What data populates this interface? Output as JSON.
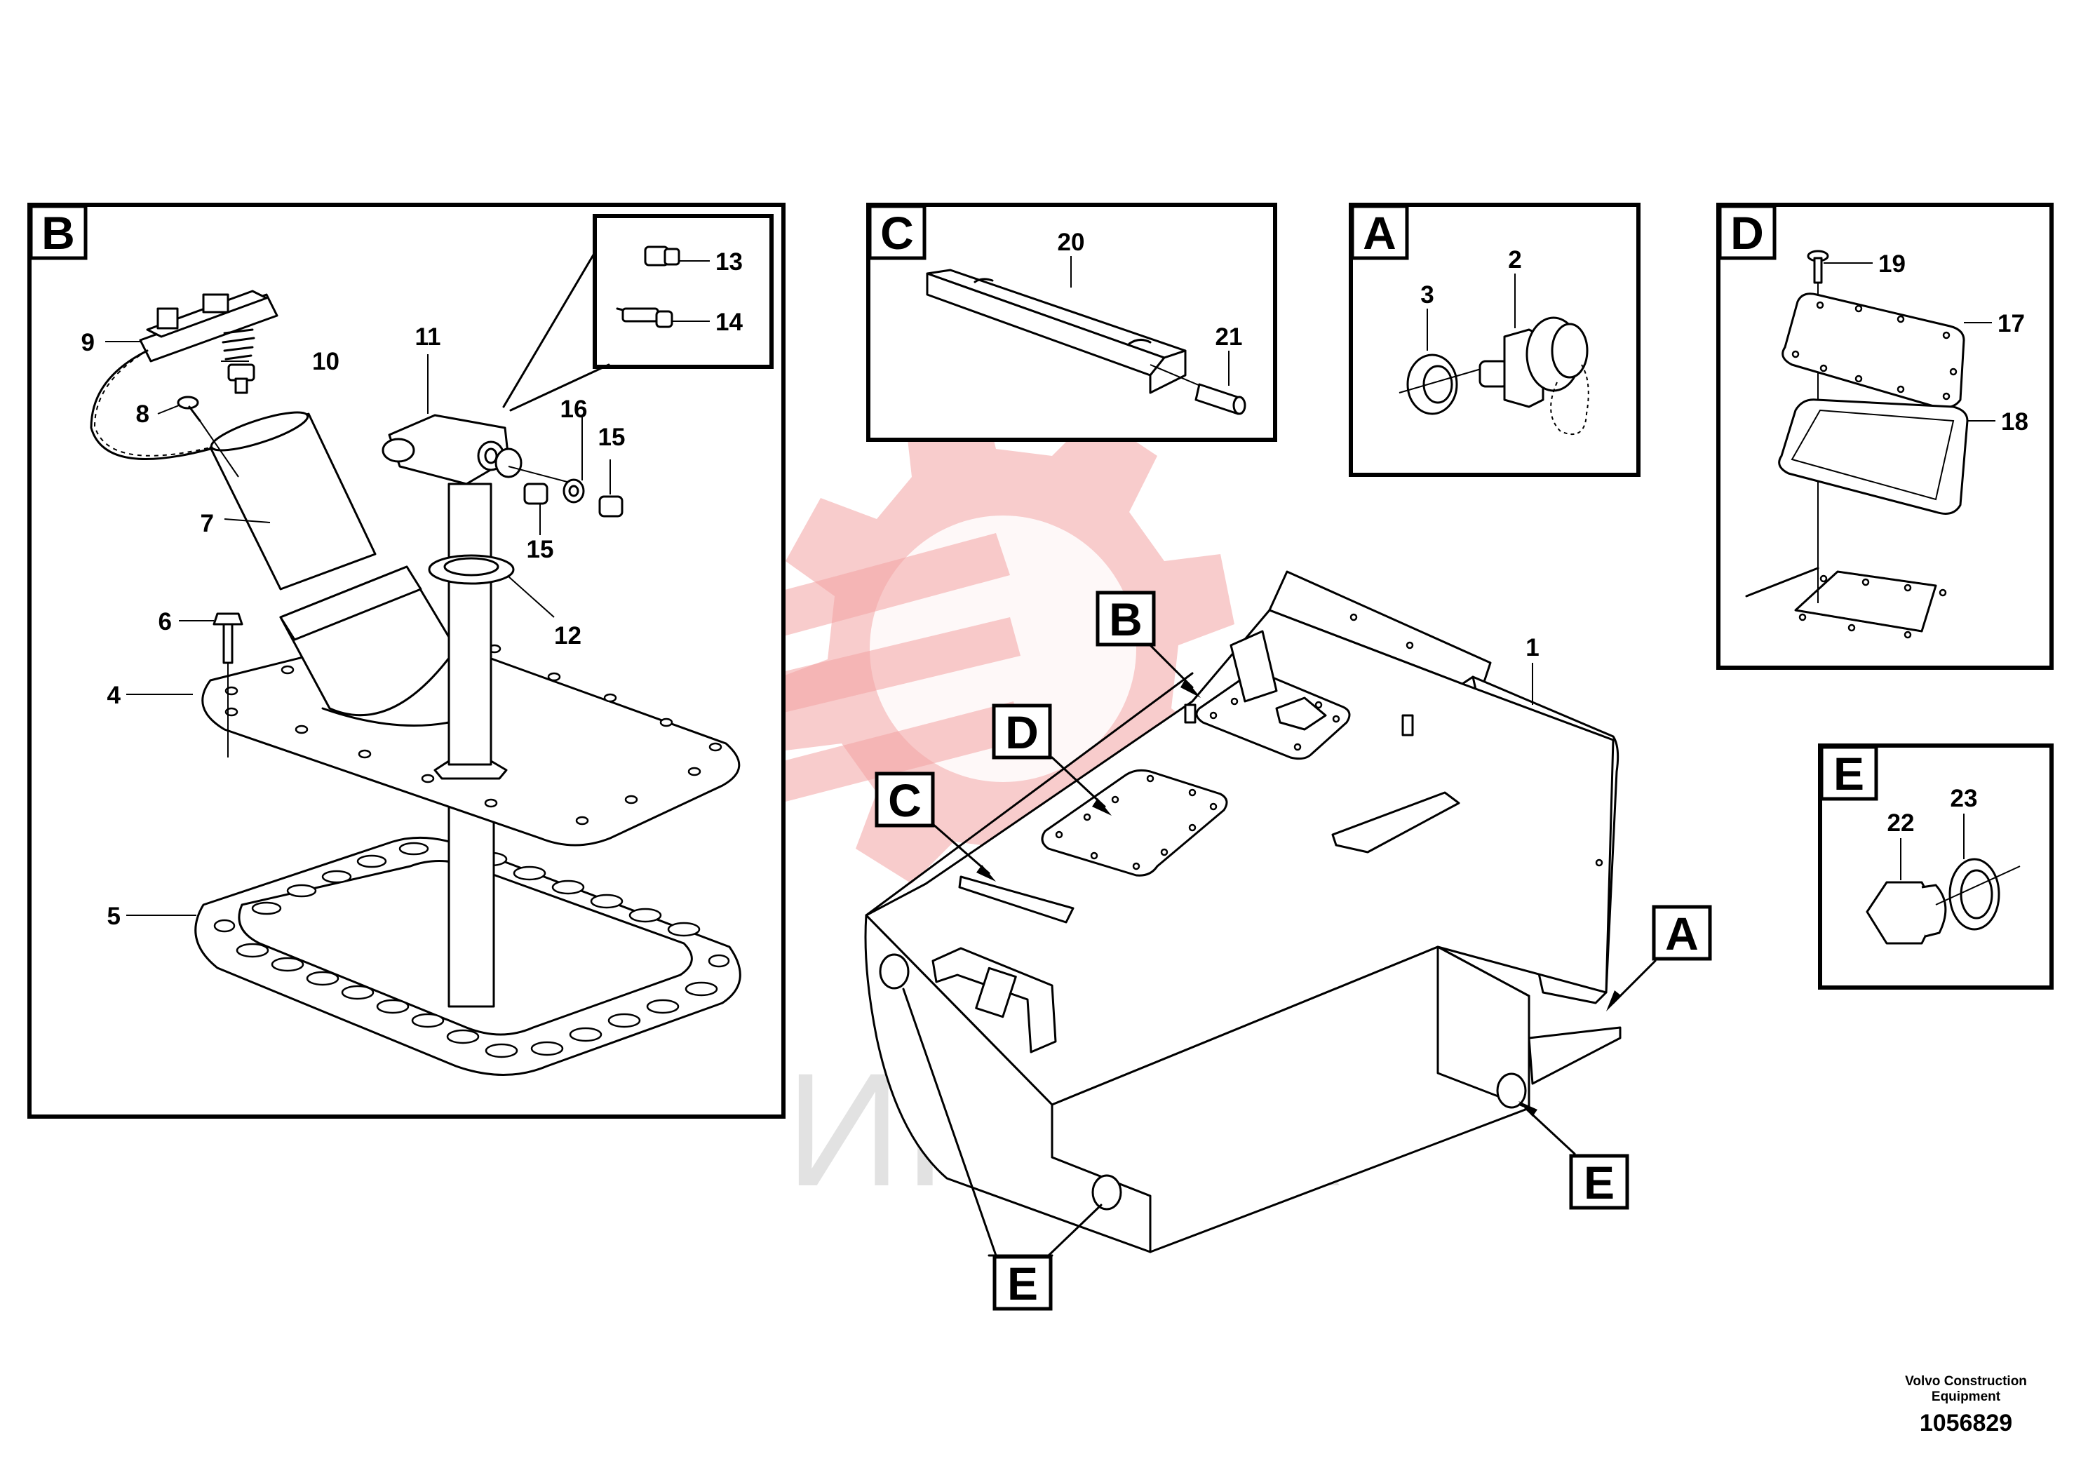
{
  "panels": {
    "B": {
      "tag": "B"
    },
    "C": {
      "tag": "C"
    },
    "A": {
      "tag": "A"
    },
    "D": {
      "tag": "D"
    },
    "E": {
      "tag": "E"
    }
  },
  "main_callouts": {
    "B": "B",
    "D": "D",
    "C": "C",
    "A": "A",
    "E_right": "E",
    "E_bottom": "E"
  },
  "part_numbers": {
    "p1": "1",
    "p2": "2",
    "p3": "3",
    "p4": "4",
    "p5": "5",
    "p6": "6",
    "p7": "7",
    "p8": "8",
    "p9": "9",
    "p10": "10",
    "p11": "11",
    "p12": "12",
    "p13": "13",
    "p14": "14",
    "p15a": "15",
    "p15b": "15",
    "p16": "16",
    "p17": "17",
    "p18": "18",
    "p19": "19",
    "p20": "20",
    "p21": "21",
    "p22": "22",
    "p23": "23"
  },
  "watermark": {
    "text": "ИНТЕХ",
    "color": "#f2a3a3"
  },
  "footer": {
    "company_line1": "Volvo Construction",
    "company_line2": "Equipment",
    "drawing_number": "1056829"
  }
}
